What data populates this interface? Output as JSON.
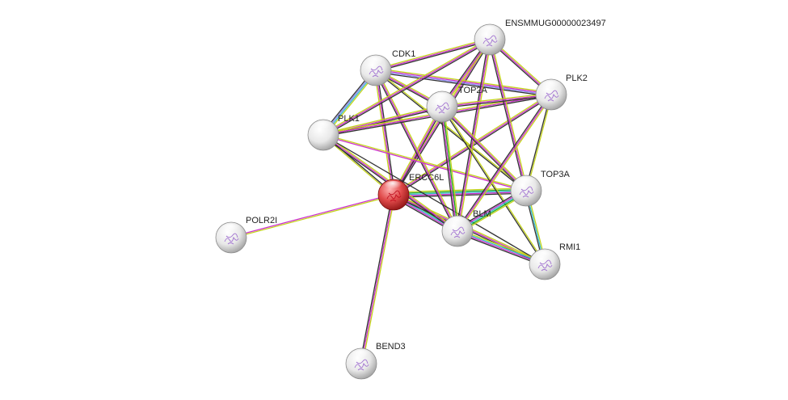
{
  "network": {
    "nodes": [
      {
        "id": "ERCC6L",
        "label": "ERCC6L",
        "query": true
      },
      {
        "id": "CDK1",
        "label": "CDK1"
      },
      {
        "id": "ENSMMUG00000023497",
        "label": "ENSMMUG00000023497"
      },
      {
        "id": "PLK2",
        "label": "PLK2"
      },
      {
        "id": "TOP2A",
        "label": "TOP2A"
      },
      {
        "id": "PLK1",
        "label": "PLK1"
      },
      {
        "id": "TOP3A",
        "label": "TOP3A"
      },
      {
        "id": "BLM",
        "label": "BLM"
      },
      {
        "id": "RMI1",
        "label": "RMI1"
      },
      {
        "id": "POLR2I",
        "label": "POLR2I"
      },
      {
        "id": "BEND3",
        "label": "BEND3"
      }
    ],
    "edges": [
      {
        "source": "ERCC6L",
        "target": "CDK1",
        "colors": [
          "#c4d41a",
          "#cc33cc",
          "#333333"
        ]
      },
      {
        "source": "ERCC6L",
        "target": "ENSMMUG00000023497",
        "colors": [
          "#c4d41a",
          "#cc33cc",
          "#333333"
        ]
      },
      {
        "source": "ERCC6L",
        "target": "PLK2",
        "colors": [
          "#c4d41a",
          "#cc33cc",
          "#333333"
        ]
      },
      {
        "source": "ERCC6L",
        "target": "TOP2A",
        "colors": [
          "#c4d41a",
          "#cc33cc",
          "#333333"
        ]
      },
      {
        "source": "ERCC6L",
        "target": "PLK1",
        "colors": [
          "#c4d41a",
          "#333333"
        ]
      },
      {
        "source": "ERCC6L",
        "target": "TOP3A",
        "colors": [
          "#c4d41a",
          "#22aa22",
          "#33bbcc",
          "#cc33cc",
          "#333333"
        ]
      },
      {
        "source": "ERCC6L",
        "target": "BLM",
        "colors": [
          "#c4d41a",
          "#22aa22",
          "#33bbcc",
          "#cc33cc",
          "#333333"
        ]
      },
      {
        "source": "ERCC6L",
        "target": "RMI1",
        "colors": [
          "#c4d41a",
          "#cc33cc",
          "#333333"
        ]
      },
      {
        "source": "ERCC6L",
        "target": "POLR2I",
        "colors": [
          "#c4d41a",
          "#cc33cc"
        ]
      },
      {
        "source": "ERCC6L",
        "target": "BEND3",
        "colors": [
          "#c4d41a",
          "#cc33cc",
          "#333333"
        ]
      },
      {
        "source": "CDK1",
        "target": "PLK1",
        "colors": [
          "#c4d41a",
          "#33bbcc",
          "#8888ee",
          "#333333"
        ]
      },
      {
        "source": "CDK1",
        "target": "ENSMMUG00000023497",
        "colors": [
          "#c4d41a",
          "#cc33cc",
          "#333333"
        ]
      },
      {
        "source": "CDK1",
        "target": "TOP2A",
        "colors": [
          "#c4d41a",
          "#cc33cc",
          "#333333"
        ]
      },
      {
        "source": "CDK1",
        "target": "PLK2",
        "colors": [
          "#c4d41a",
          "#cc33cc",
          "#8888ee",
          "#333333"
        ]
      },
      {
        "source": "CDK1",
        "target": "BLM",
        "colors": [
          "#c4d41a",
          "#cc33cc",
          "#333333"
        ]
      },
      {
        "source": "CDK1",
        "target": "TOP3A",
        "colors": [
          "#c4d41a",
          "#333333"
        ]
      },
      {
        "source": "PLK1",
        "target": "ENSMMUG00000023497",
        "colors": [
          "#c4d41a",
          "#cc33cc",
          "#333333"
        ]
      },
      {
        "source": "PLK1",
        "target": "TOP2A",
        "colors": [
          "#c4d41a",
          "#cc33cc",
          "#333333"
        ]
      },
      {
        "source": "PLK1",
        "target": "PLK2",
        "colors": [
          "#c4d41a",
          "#cc33cc",
          "#333333"
        ]
      },
      {
        "source": "PLK1",
        "target": "BLM",
        "colors": [
          "#c4d41a",
          "#cc33cc",
          "#333333"
        ]
      },
      {
        "source": "PLK1",
        "target": "TOP3A",
        "colors": [
          "#c4d41a",
          "#cc33cc"
        ]
      },
      {
        "source": "PLK1",
        "target": "RMI1",
        "colors": [
          "#333333"
        ]
      },
      {
        "source": "ENSMMUG00000023497",
        "target": "TOP2A",
        "colors": [
          "#c4d41a",
          "#cc33cc",
          "#333333"
        ]
      },
      {
        "source": "ENSMMUG00000023497",
        "target": "PLK2",
        "colors": [
          "#c4d41a",
          "#cc33cc",
          "#333333"
        ]
      },
      {
        "source": "ENSMMUG00000023497",
        "target": "TOP3A",
        "colors": [
          "#c4d41a",
          "#cc33cc",
          "#333333"
        ]
      },
      {
        "source": "ENSMMUG00000023497",
        "target": "BLM",
        "colors": [
          "#c4d41a",
          "#cc33cc",
          "#333333"
        ]
      },
      {
        "source": "TOP2A",
        "target": "PLK2",
        "colors": [
          "#c4d41a",
          "#cc33cc",
          "#333333"
        ]
      },
      {
        "source": "TOP2A",
        "target": "BLM",
        "colors": [
          "#c4d41a",
          "#22aa22",
          "#cc33cc",
          "#333333"
        ]
      },
      {
        "source": "TOP2A",
        "target": "TOP3A",
        "colors": [
          "#c4d41a",
          "#cc33cc",
          "#333333"
        ]
      },
      {
        "source": "TOP2A",
        "target": "RMI1",
        "colors": [
          "#c4d41a",
          "#333333"
        ]
      },
      {
        "source": "PLK2",
        "target": "BLM",
        "colors": [
          "#c4d41a",
          "#cc33cc",
          "#333333"
        ]
      },
      {
        "source": "PLK2",
        "target": "TOP3A",
        "colors": [
          "#c4d41a",
          "#333333"
        ]
      },
      {
        "source": "TOP3A",
        "target": "BLM",
        "colors": [
          "#c4d41a",
          "#22aa22",
          "#33bbcc",
          "#cc33cc",
          "#333333"
        ]
      },
      {
        "source": "TOP3A",
        "target": "RMI1",
        "colors": [
          "#c4d41a",
          "#33bbcc",
          "#333333"
        ]
      },
      {
        "source": "BLM",
        "target": "RMI1",
        "colors": [
          "#c4d41a",
          "#33bbcc",
          "#cc33cc",
          "#333333"
        ]
      }
    ]
  }
}
